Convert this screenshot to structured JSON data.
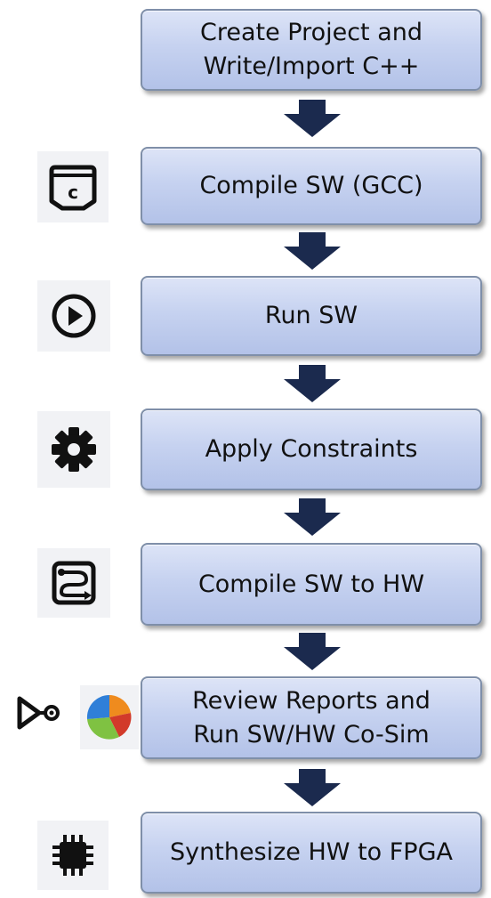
{
  "steps": [
    {
      "label": "Create Project and\nWrite/Import C++"
    },
    {
      "label": "Compile SW (GCC)",
      "icon": "c-file-icon"
    },
    {
      "label": "Run SW",
      "icon": "play-circle-icon"
    },
    {
      "label": "Apply Constraints",
      "icon": "gear-icon"
    },
    {
      "label": "Compile SW to HW",
      "icon": "synthesis-path-icon"
    },
    {
      "label": "Review Reports and\nRun SW/HW Co-Sim",
      "icons": [
        "cosim-play-icon",
        "pie-chart-icon"
      ]
    },
    {
      "label": "Synthesize HW to FPGA",
      "icon": "chip-icon"
    }
  ],
  "colors": {
    "box_top": "#dde4f7",
    "box_bottom": "#b3c2e8",
    "box_border": "#7f8fa9",
    "arrow": "#1b2a4e",
    "icon_tile": "#f1f2f5",
    "pie_blue": "#2f7fd8",
    "pie_green": "#7fc242",
    "pie_orange": "#ef8b1e",
    "pie_red": "#d23a2a"
  }
}
